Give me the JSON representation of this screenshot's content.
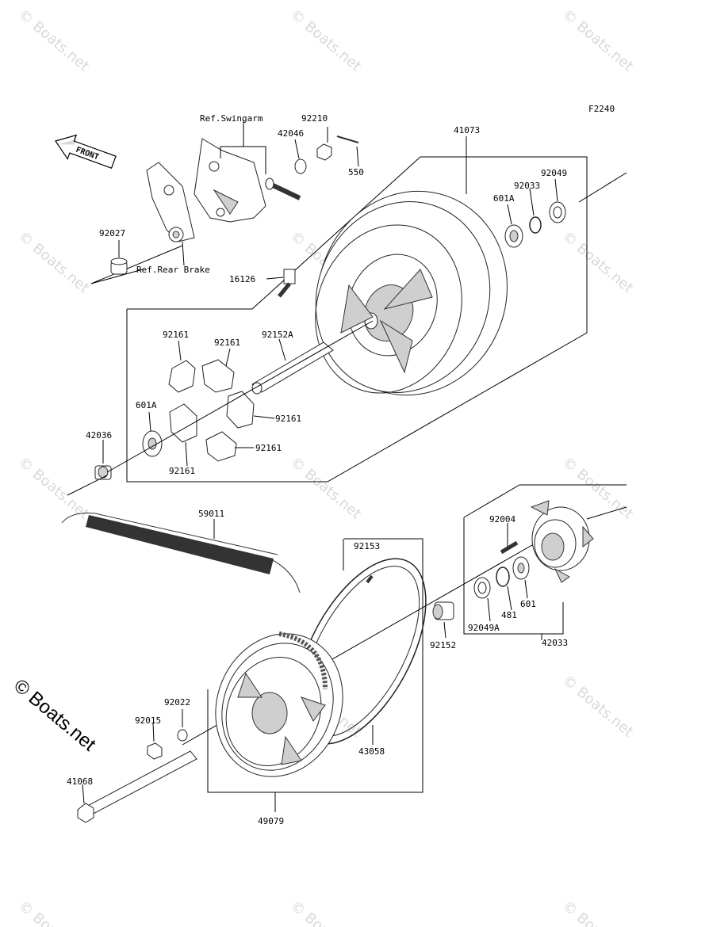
{
  "diagram": {
    "code": "F2240",
    "front_label": "FRONT",
    "watermark": "© Boats.net",
    "corner_watermark": "© Boats.net",
    "refs": {
      "swingarm": "Ref.Swingarm",
      "rear_brake": "Ref.Rear Brake"
    },
    "parts": {
      "p92210": "92210",
      "p42046": "42046",
      "p550": "550",
      "p41073": "41073",
      "p92049": "92049",
      "p92033": "92033",
      "p601A_top": "601A",
      "p92027": "92027",
      "p16126": "16126",
      "p92161_a": "92161",
      "p92161_b": "92161",
      "p92152A": "92152A",
      "p601A_left": "601A",
      "p92161_c": "92161",
      "p42036": "42036",
      "p92161_d": "92161",
      "p92161_e": "92161",
      "p59011": "59011",
      "p92004": "92004",
      "p92153": "92153",
      "p481": "481",
      "p601": "601",
      "p92049A": "92049A",
      "p92152": "92152",
      "p42033": "42033",
      "p92022": "92022",
      "p92015": "92015",
      "p43058": "43058",
      "p41068": "41068",
      "p49079": "49079"
    }
  }
}
